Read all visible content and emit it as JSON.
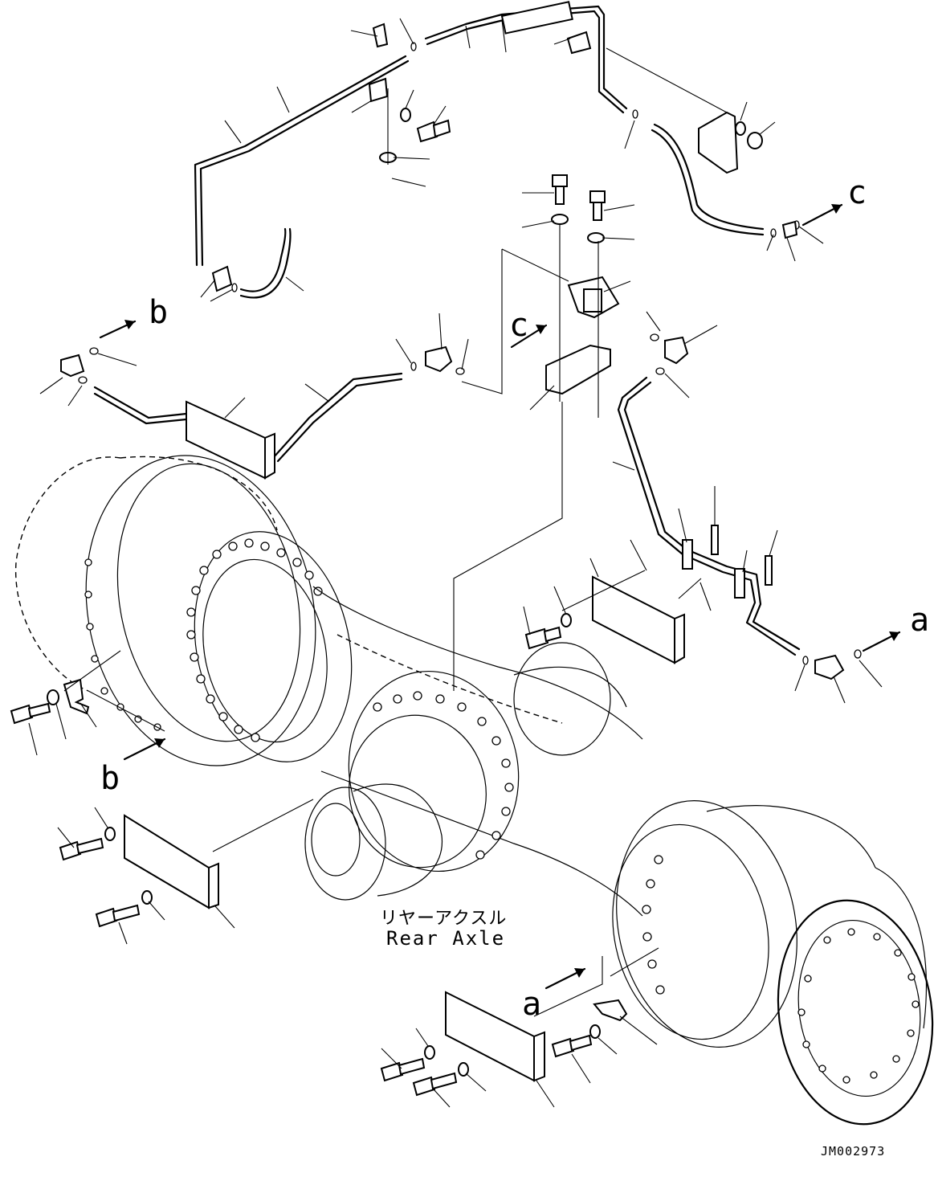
{
  "view_labels": {
    "a": "a",
    "b": "b",
    "c": "c"
  },
  "component": {
    "name_jp": "リヤーアクスル",
    "name_en": "Rear Axle"
  },
  "drawing_code": "JM002973"
}
